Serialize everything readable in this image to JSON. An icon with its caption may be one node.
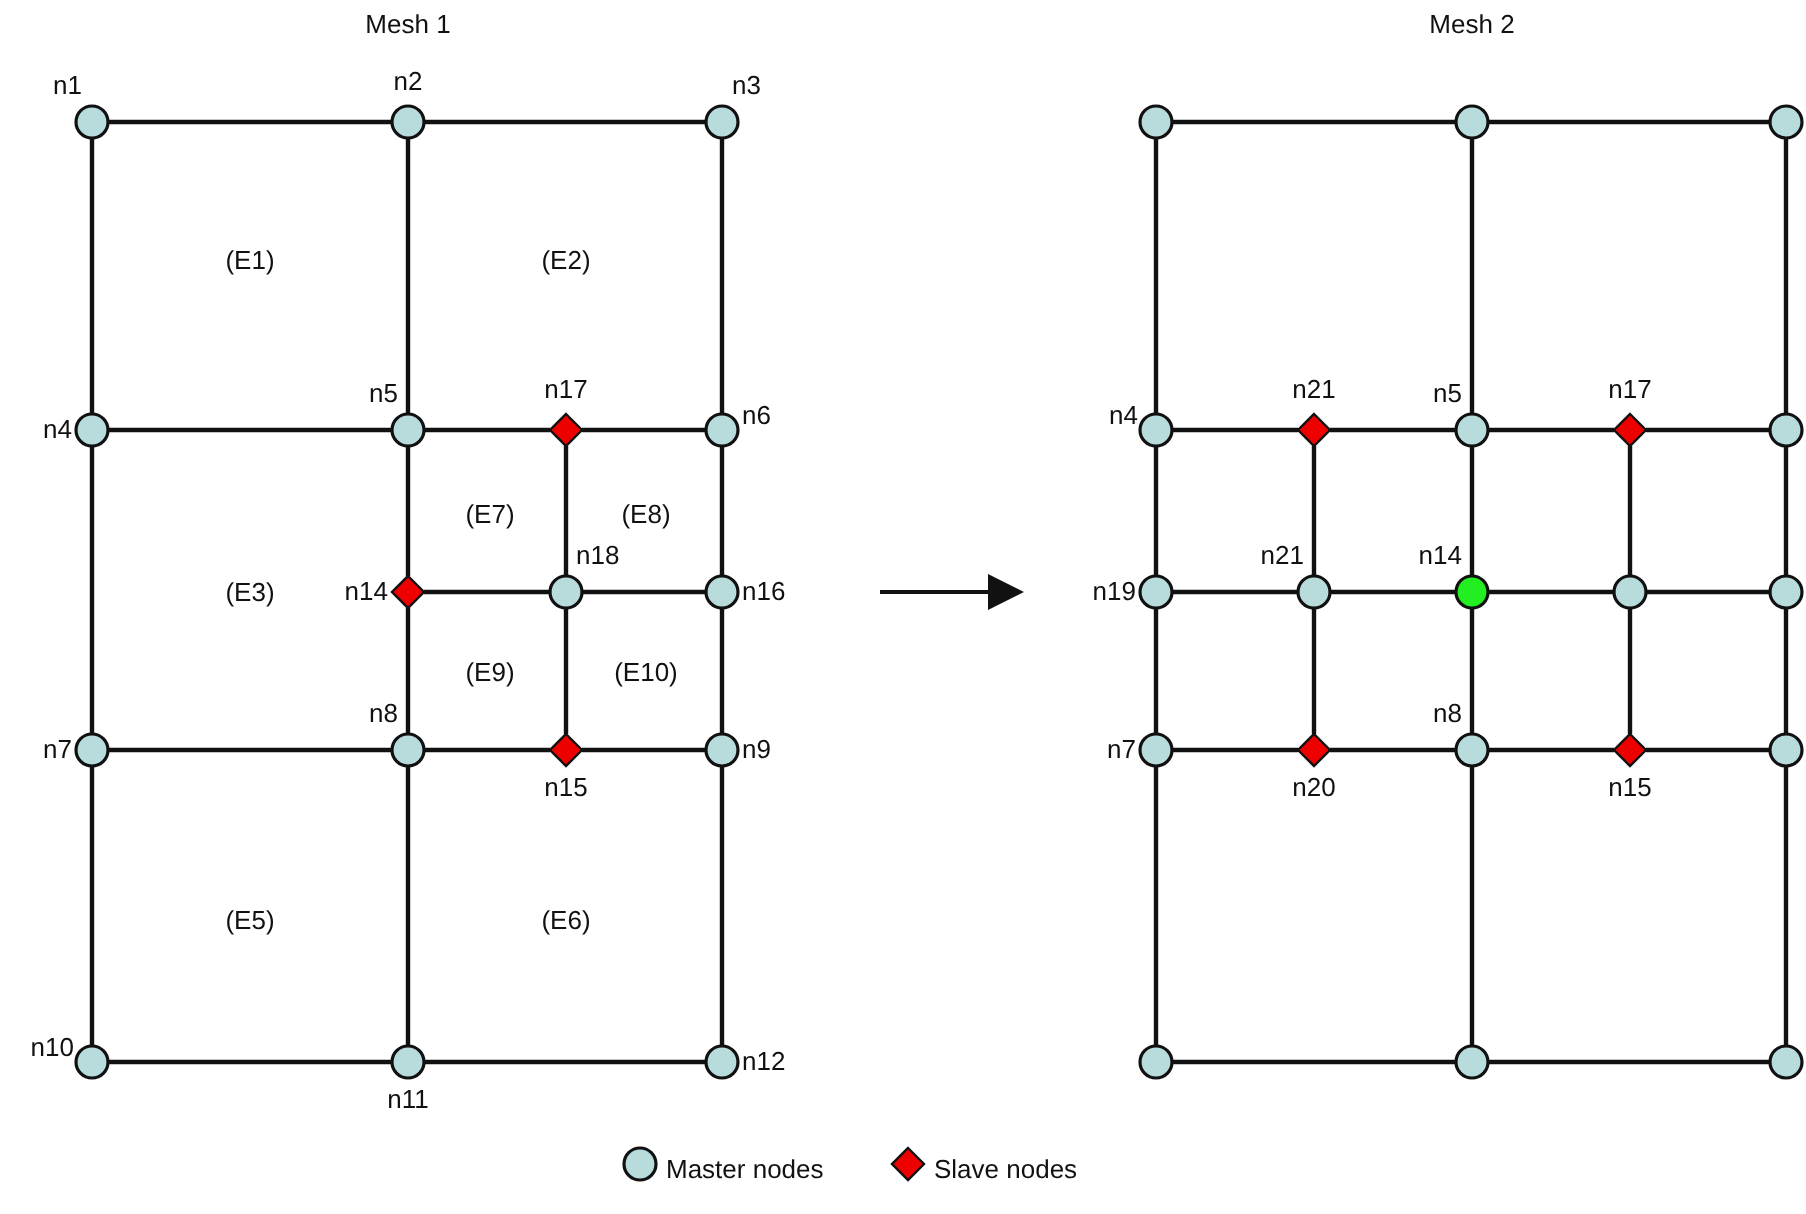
{
  "diagram": {
    "nodes": [
      {
        "text": [],
        "shape": "circle",
        "beside": [
          "n1"
        ]
      },
      {
        "text": [],
        "shape": "circle",
        "beside": [
          "n2"
        ]
      },
      {
        "text": [],
        "shape": "circle",
        "beside": [
          "n3"
        ]
      },
      {
        "text": [],
        "shape": "circle",
        "beside": [
          "n4"
        ]
      },
      {
        "text": [],
        "shape": "circle",
        "beside": [
          "n5"
        ]
      },
      {
        "text": [],
        "shape": "diamond",
        "beside": [
          "n17"
        ]
      },
      {
        "text": [],
        "shape": "circle",
        "beside": [
          "n6"
        ]
      },
      {
        "text": [],
        "shape": "diamond",
        "beside": [
          "n14"
        ]
      },
      {
        "text": [],
        "shape": "circle",
        "beside": [
          "n18"
        ]
      },
      {
        "text": [],
        "shape": "circle",
        "beside": [
          "n16"
        ]
      },
      {
        "text": [],
        "shape": "circle",
        "beside": [
          "n7"
        ]
      },
      {
        "text": [],
        "shape": "circle",
        "beside": [
          "n8"
        ]
      },
      {
        "text": [],
        "shape": "diamond",
        "beside": [
          "n15"
        ]
      },
      {
        "text": [],
        "shape": "circle",
        "beside": [
          "n9"
        ]
      },
      {
        "text": [],
        "shape": "circle",
        "beside": [
          "n10"
        ]
      },
      {
        "text": [],
        "shape": "circle",
        "beside": [
          "n11"
        ]
      },
      {
        "text": [],
        "shape": "circle",
        "beside": [
          "n12"
        ]
      },
      {
        "text": [],
        "shape": "circle"
      },
      {
        "text": [],
        "shape": "circle"
      },
      {
        "text": [],
        "shape": "circle"
      },
      {
        "text": [],
        "shape": "circle",
        "beside": [
          "n4"
        ]
      },
      {
        "text": [],
        "shape": "diamond",
        "beside": [
          "n21"
        ]
      },
      {
        "text": [],
        "shape": "circle",
        "beside": [
          "n5"
        ]
      },
      {
        "text": [],
        "shape": "diamond",
        "beside": [
          "n17"
        ]
      },
      {
        "text": [],
        "shape": "circle"
      },
      {
        "text": [],
        "shape": "circle",
        "beside": [
          "n19"
        ]
      },
      {
        "text": [],
        "shape": "circle",
        "beside": [
          "n21"
        ]
      },
      {
        "text": [],
        "shape": "circle",
        "beside": [
          "n14"
        ]
      },
      {
        "text": [],
        "shape": "circle"
      },
      {
        "text": [],
        "shape": "circle"
      },
      {
        "text": [],
        "shape": "circle",
        "beside": [
          "n7"
        ]
      },
      {
        "text": [],
        "shape": "diamond",
        "beside": [
          "n20"
        ]
      },
      {
        "text": [],
        "shape": "circle",
        "beside": [
          "n8"
        ]
      },
      {
        "text": [],
        "shape": "diamond",
        "beside": [
          "n15"
        ]
      },
      {
        "text": [],
        "shape": "circle"
      },
      {
        "text": [],
        "shape": "circle"
      },
      {
        "text": [],
        "shape": "circle"
      },
      {
        "text": [],
        "shape": "circle"
      }
    ],
    "edges": [
      {
        "from": 0,
        "to": 1,
        "arrow": "none"
      },
      {
        "from": 1,
        "to": 2,
        "arrow": "none"
      },
      {
        "from": 3,
        "to": 4,
        "arrow": "none"
      },
      {
        "from": 4,
        "to": 5,
        "arrow": "none"
      },
      {
        "from": 5,
        "to": 6,
        "arrow": "none"
      },
      {
        "from": 7,
        "to": 8,
        "arrow": "none"
      },
      {
        "from": 8,
        "to": 9,
        "arrow": "none"
      },
      {
        "from": 10,
        "to": 11,
        "arrow": "none"
      },
      {
        "from": 11,
        "to": 12,
        "arrow": "none"
      },
      {
        "from": 12,
        "to": 13,
        "arrow": "none"
      },
      {
        "from": 14,
        "to": 15,
        "arrow": "none"
      },
      {
        "from": 15,
        "to": 16,
        "arrow": "none"
      },
      {
        "from": 0,
        "to": 3,
        "arrow": "none"
      },
      {
        "from": 3,
        "to": 10,
        "arrow": "none"
      },
      {
        "from": 10,
        "to": 14,
        "arrow": "none"
      },
      {
        "from": 1,
        "to": 4,
        "arrow": "none"
      },
      {
        "from": 4,
        "to": 7,
        "arrow": "none"
      },
      {
        "from": 7,
        "to": 11,
        "arrow": "none"
      },
      {
        "from": 11,
        "to": 15,
        "arrow": "none"
      },
      {
        "from": 5,
        "to": 8,
        "arrow": "none"
      },
      {
        "from": 8,
        "to": 12,
        "arrow": "none"
      },
      {
        "from": 2,
        "to": 6,
        "arrow": "none"
      },
      {
        "from": 6,
        "to": 9,
        "arrow": "none"
      },
      {
        "from": 9,
        "to": 13,
        "arrow": "none"
      },
      {
        "from": 13,
        "to": 16,
        "arrow": "none"
      },
      {
        "from": 17,
        "to": 18,
        "arrow": "none"
      },
      {
        "from": 18,
        "to": 19,
        "arrow": "none"
      },
      {
        "from": 20,
        "to": 21,
        "arrow": "none"
      },
      {
        "from": 21,
        "to": 22,
        "arrow": "none"
      },
      {
        "from": 22,
        "to": 23,
        "arrow": "none"
      },
      {
        "from": 23,
        "to": 24,
        "arrow": "none"
      },
      {
        "from": 25,
        "to": 26,
        "arrow": "none"
      },
      {
        "from": 26,
        "to": 27,
        "arrow": "none"
      },
      {
        "from": 27,
        "to": 28,
        "arrow": "none"
      },
      {
        "from": 28,
        "to": 29,
        "arrow": "none"
      },
      {
        "from": 30,
        "to": 31,
        "arrow": "none"
      },
      {
        "from": 31,
        "to": 32,
        "arrow": "none"
      },
      {
        "from": 32,
        "to": 33,
        "arrow": "none"
      },
      {
        "from": 33,
        "to": 34,
        "arrow": "none"
      },
      {
        "from": 35,
        "to": 36,
        "arrow": "none"
      },
      {
        "from": 36,
        "to": 37,
        "arrow": "none"
      },
      {
        "from": 17,
        "to": 20,
        "arrow": "none"
      },
      {
        "from": 20,
        "to": 25,
        "arrow": "none"
      },
      {
        "from": 25,
        "to": 30,
        "arrow": "none"
      },
      {
        "from": 30,
        "to": 35,
        "arrow": "none"
      },
      {
        "from": 21,
        "to": 26,
        "arrow": "none"
      },
      {
        "from": 26,
        "to": 31,
        "arrow": "none"
      },
      {
        "from": 18,
        "to": 22,
        "arrow": "none"
      },
      {
        "from": 22,
        "to": 27,
        "arrow": "none"
      },
      {
        "from": 27,
        "to": 32,
        "arrow": "none"
      },
      {
        "from": 32,
        "to": 36,
        "arrow": "none"
      },
      {
        "from": 23,
        "to": 28,
        "arrow": "none"
      },
      {
        "from": 28,
        "to": 33,
        "arrow": "none"
      },
      {
        "from": 19,
        "to": 24,
        "arrow": "none"
      },
      {
        "from": 24,
        "to": 29,
        "arrow": "none"
      },
      {
        "from": 29,
        "to": 34,
        "arrow": "none"
      },
      {
        "from": 34,
        "to": 37,
        "arrow": "none"
      }
    ],
    "labels": [
      "Mesh 1",
      "Mesh 2",
      "(E1)",
      "(E2)",
      "(E7)",
      "(E8)",
      "(E3)",
      "(E9)",
      "(E10)",
      "(E5)",
      "(E6)"
    ],
    "legend": [
      {
        "text": "Master nodes"
      },
      {
        "text": "Slave nodes"
      }
    ]
  }
}
